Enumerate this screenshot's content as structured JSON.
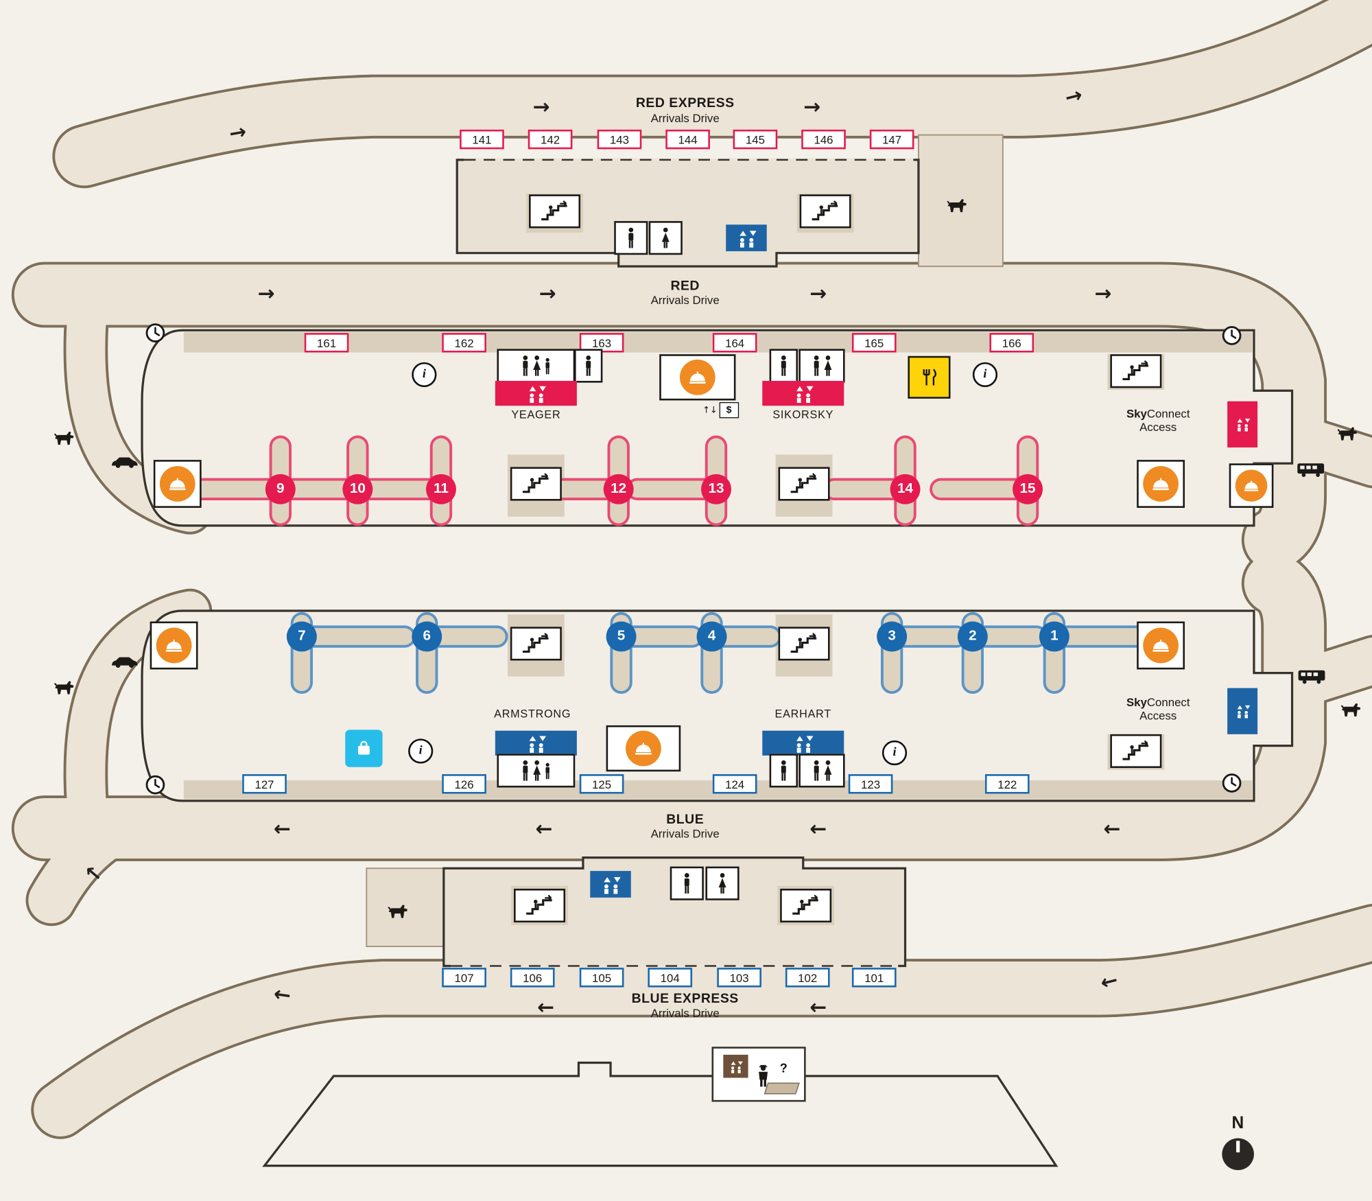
{
  "drives": {
    "red_express": {
      "name": "RED EXPRESS",
      "sub": "Arrivals Drive"
    },
    "red": {
      "name": "RED",
      "sub": "Arrivals Drive"
    },
    "blue": {
      "name": "BLUE",
      "sub": "Arrivals Drive"
    },
    "blue_express": {
      "name": "BLUE EXPRESS",
      "sub": "Arrivals Drive"
    }
  },
  "doors": {
    "red_express": [
      "141",
      "142",
      "143",
      "144",
      "145",
      "146",
      "147"
    ],
    "red": [
      "161",
      "162",
      "163",
      "164",
      "165",
      "166"
    ],
    "blue": [
      "127",
      "126",
      "125",
      "124",
      "123",
      "122"
    ],
    "blue_express": [
      "107",
      "106",
      "105",
      "104",
      "103",
      "102",
      "101"
    ]
  },
  "carousels": {
    "red": [
      "9",
      "10",
      "11",
      "12",
      "13",
      "14",
      "15"
    ],
    "blue": [
      "7",
      "6",
      "5",
      "4",
      "3",
      "2",
      "1"
    ]
  },
  "stations": {
    "red": [
      "YEAGER",
      "SIKORSKY"
    ],
    "blue": [
      "ARMSTRONG",
      "EARHART"
    ]
  },
  "skyconnect": {
    "bold": "Sky",
    "rest": "Connect",
    "access": "Access"
  },
  "compass": {
    "north": "N"
  },
  "glyphs": {
    "arrow_right": "→",
    "arrow_left": "←",
    "info": "i",
    "question": "?",
    "dollar": "$",
    "updown": "↑↓"
  },
  "colors": {
    "red": "#e51a4f",
    "blue": "#1a68ad",
    "carousel_red_outline": "#e84a72",
    "carousel_blue_outline": "#5b94c6",
    "orange": "#ef8b22",
    "yellow": "#ffd30a",
    "cyan": "#27bdeb",
    "road_fill": "#ece4d7",
    "road_edge": "#7d6e58",
    "terminal_fill": "#f2eee6",
    "outline": "#37332c",
    "curb": "#d9cfbc"
  }
}
